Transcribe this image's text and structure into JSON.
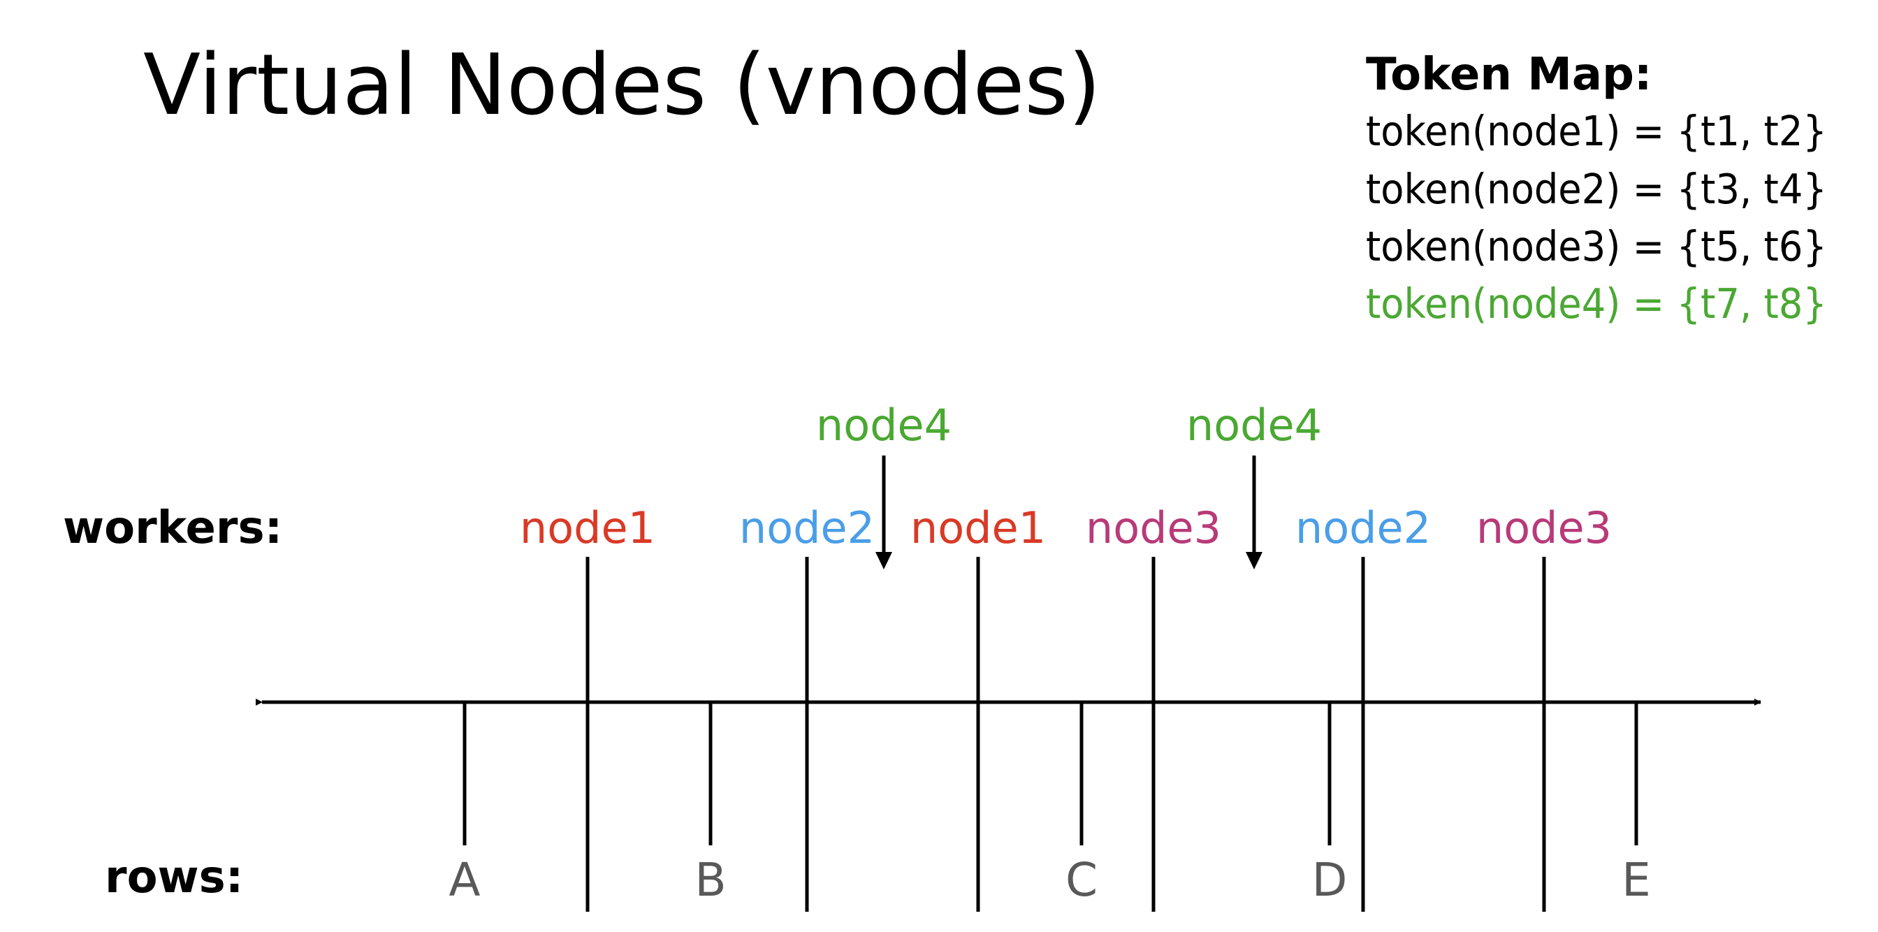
{
  "title": "Virtual Nodes (vnodes)",
  "token_map": {
    "heading": "Token Map:",
    "entries": [
      {
        "text": "token(node1) = {t1, t2}",
        "color": "#000000"
      },
      {
        "text": "token(node2) = {t3, t4}",
        "color": "#000000"
      },
      {
        "text": "token(node3) = {t5, t6}",
        "color": "#000000"
      },
      {
        "text": "token(node4) = {t7, t8}",
        "color": "#4aa832"
      }
    ]
  },
  "workers_label": "workers:",
  "rows_label": "rows:",
  "colors": {
    "node1": "#d93a26",
    "node2": "#4a9ee8",
    "node3": "#b83a78",
    "node4": "#4aa832",
    "row_label": "#595959",
    "axis": "#000000"
  },
  "workers": [
    {
      "label": "node1",
      "node": "node1"
    },
    {
      "label": "node2",
      "node": "node2"
    },
    {
      "label": "node1",
      "node": "node1"
    },
    {
      "label": "node3",
      "node": "node3"
    },
    {
      "label": "node2",
      "node": "node2"
    },
    {
      "label": "node3",
      "node": "node3"
    }
  ],
  "new_nodes": [
    {
      "label": "node4",
      "node": "node4"
    },
    {
      "label": "node4",
      "node": "node4"
    }
  ],
  "rows": [
    {
      "label": "A"
    },
    {
      "label": "B"
    },
    {
      "label": "C"
    },
    {
      "label": "D"
    },
    {
      "label": "E"
    }
  ]
}
